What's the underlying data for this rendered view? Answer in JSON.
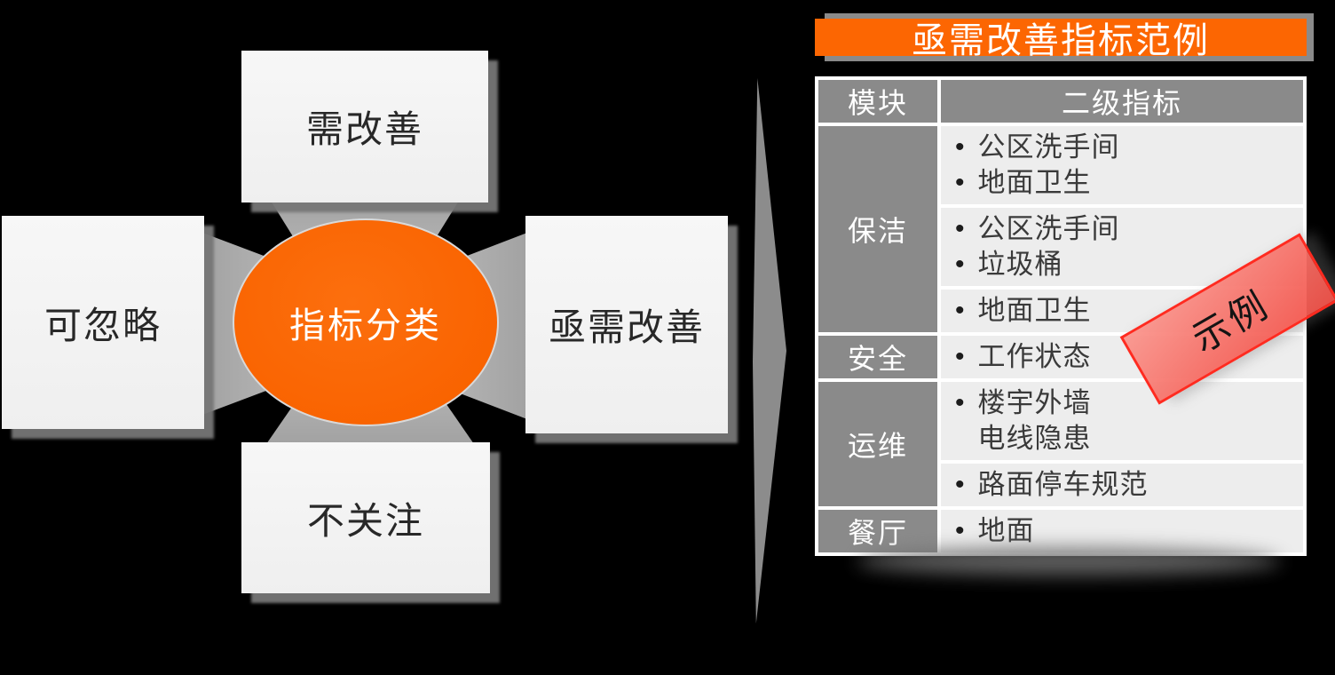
{
  "diagram": {
    "center": "指标分类",
    "nodes": {
      "top": "需改善",
      "left": "可忽略",
      "right": "亟需改善",
      "bottom": "不关注"
    }
  },
  "panel": {
    "title": "亟需改善指标范例",
    "stamp": "示例",
    "table": {
      "columns": [
        "模块",
        "二级指标"
      ],
      "rows": [
        {
          "module": "保洁",
          "groups": [
            [
              "公区洗手间",
              "地面卫生"
            ],
            [
              "公区洗手间",
              "垃圾桶"
            ],
            [
              "地面卫生"
            ]
          ]
        },
        {
          "module": "安全",
          "groups": [
            [
              "工作状态"
            ]
          ]
        },
        {
          "module": "运维",
          "groups": [
            [
              "楼宇外墙\n电线隐患"
            ],
            [
              "路面停车规范"
            ]
          ]
        },
        {
          "module": "餐厅",
          "groups": [
            [
              "地面"
            ]
          ]
        }
      ]
    }
  },
  "colors": {
    "accent_orange": "#FC6602",
    "header_gray": "#8A8A8A",
    "cell_gray": "#EDEDED",
    "stamp_red": "#FF2B20",
    "background": "#000000"
  }
}
